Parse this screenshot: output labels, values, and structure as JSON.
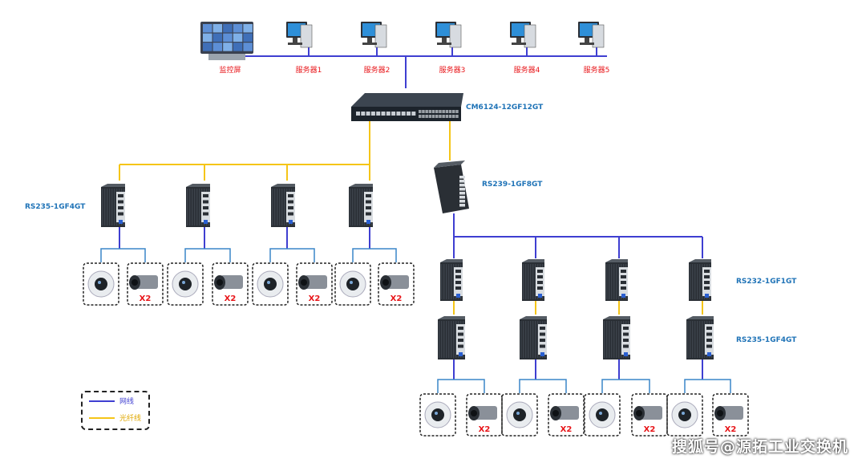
{
  "top_devices": {
    "monitor_label": "监控屏",
    "servers": [
      "服务器1",
      "服务器2",
      "服务器3",
      "服务器4",
      "服务器5"
    ]
  },
  "core_switch": {
    "model": "CM6124-12GF12GT"
  },
  "left_group": {
    "switch_model": "RS235-1GF4GT",
    "camera_pairs": 4,
    "bullet_label": "X2"
  },
  "right_group": {
    "aggregation_model": "RS239-1GF8GT",
    "media_converter_model": "RS232-1GF1GT",
    "edge_switch_model": "RS235-1GF4GT",
    "camera_pairs": 4,
    "bullet_label": "X2"
  },
  "legend": {
    "items": [
      {
        "label": "网线",
        "color": "#3f3fd1"
      },
      {
        "label": "光纤线",
        "color": "#f5c518"
      }
    ]
  },
  "watermark": "搜狐号@源拓工业交换机",
  "colors": {
    "ethernet": "#3f3fd1",
    "fiber": "#f5c518",
    "camera_wire": "#3a86c8",
    "label_red": "#e8161a",
    "model_blue": "#1f73b7"
  }
}
